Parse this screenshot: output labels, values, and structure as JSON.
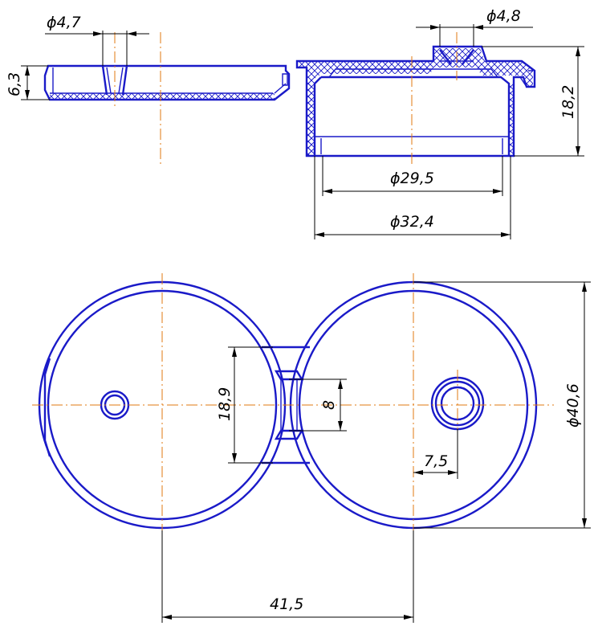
{
  "colors": {
    "outline": "#1a1ac8",
    "centerline": "#e07a10",
    "dimension": "#000000",
    "background": "#ffffff"
  },
  "dimensions": {
    "hole_small_dia": "ϕ4,7",
    "hole_top_dia": "ϕ4,8",
    "tab_thickness": "6,3",
    "cup_height": "18,2",
    "inner_dia": "ϕ29,5",
    "outer_dia": "ϕ32,4",
    "bridge_width": "18,9",
    "slot_width": "8",
    "hole_offset": "7,5",
    "disc_dia": "ϕ40,6",
    "center_distance": "41,5"
  }
}
